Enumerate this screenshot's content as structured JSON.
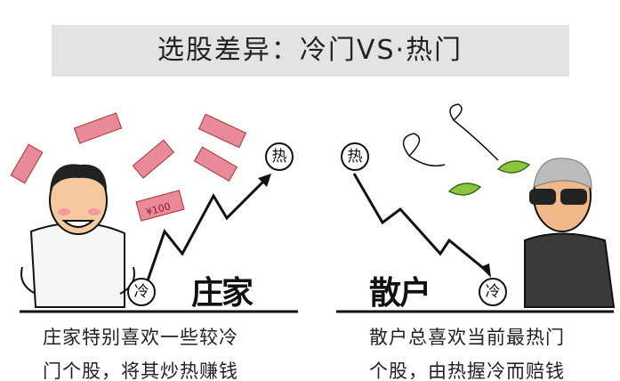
{
  "title": "选股差异：冷门VS·热门",
  "left_panel": {
    "label": "庄家",
    "cold_node": "冷",
    "hot_node": "热",
    "money_note": "¥100",
    "caption_lines": [
      "庄家特别喜欢一些较冷",
      "门个股，将其炒热赚钱"
    ]
  },
  "right_panel": {
    "label": "散户",
    "cold_node": "冷",
    "hot_node": "热",
    "caption_lines": [
      "散户总喜欢当前最热门",
      "个股，由热握冷而赔钱"
    ]
  },
  "colors": {
    "banner": "#e3e3e3",
    "money": "#e07a8a",
    "leaf": "#8cc63f",
    "line": "#111111"
  }
}
